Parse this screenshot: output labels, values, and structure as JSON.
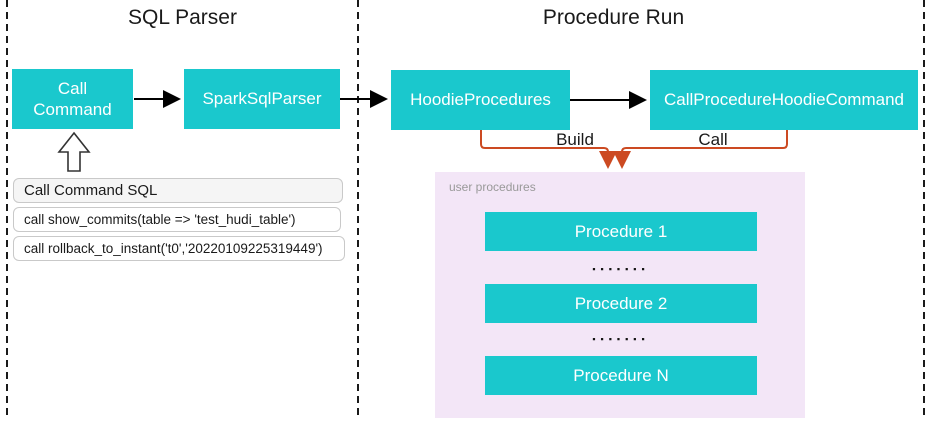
{
  "diagram": {
    "sections": {
      "sql_parser": {
        "title": "SQL Parser"
      },
      "procedure_run": {
        "title": "Procedure Run"
      }
    },
    "nodes": {
      "call_command": "Call Command",
      "spark_sql_parser": "SparkSqlParser",
      "hoodie_procedures": "HoodieProcedures",
      "call_procedure_hoodie_command": "CallProcedureHoodieCommand"
    },
    "edges": {
      "build_label": "Build",
      "call_label": "Call"
    },
    "sql_panel": {
      "title": "Call Command SQL",
      "statements": [
        "call show_commits(table => 'test_hudi_table')",
        "call rollback_to_instant('t0','20220109225319449')"
      ]
    },
    "user_procedures": {
      "label": "user procedures",
      "items": [
        "Procedure 1",
        "Procedure 2",
        "Procedure N"
      ],
      "ellipsis": "▪▪▪▪▪▪▪"
    },
    "colors": {
      "node_fill": "#1AC8CD",
      "node_text": "#FFFFFF",
      "connector_black": "#000000",
      "connector_orange": "#CC4A22",
      "procedures_panel_fill": "#F3E6F7",
      "panel_label_text": "#999999",
      "sql_header_fill": "#F5F5F5",
      "sql_border": "#C9C9C9"
    }
  }
}
